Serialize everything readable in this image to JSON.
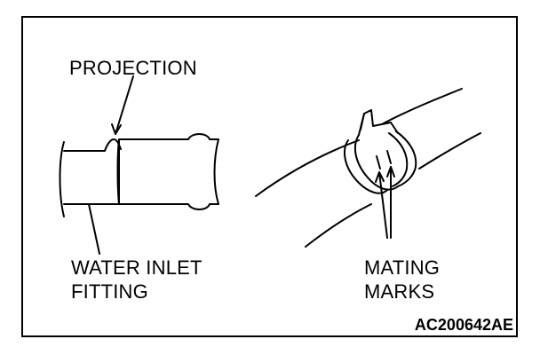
{
  "labels": {
    "projection": "PROJECTION",
    "water_inlet_line1": "WATER INLET",
    "water_inlet_line2": "FITTING",
    "mating_line1": "MATING",
    "mating_line2": "MARKS"
  },
  "figure_code": "AC200642AE",
  "colors": {
    "ink": "#000000",
    "paper": "#ffffff"
  }
}
